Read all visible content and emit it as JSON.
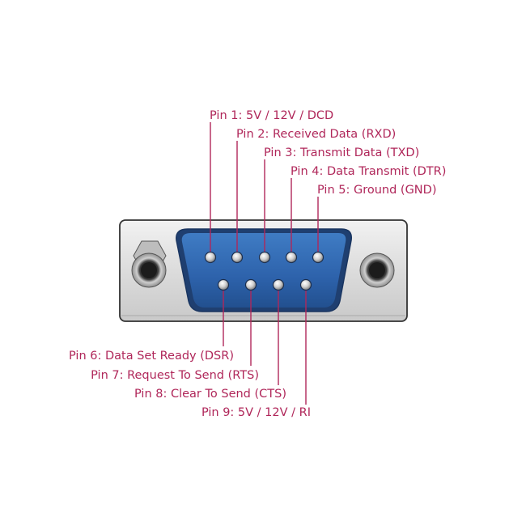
{
  "pins_top": [
    {
      "number": 1,
      "label": "Pin 1: 5V / 12V / DCD"
    },
    {
      "number": 2,
      "label": "Pin 2: Received Data (RXD)"
    },
    {
      "number": 3,
      "label": "Pin 3: Transmit Data (TXD)"
    },
    {
      "number": 4,
      "label": "Pin 4: Data Transmit (DTR)"
    },
    {
      "number": 5,
      "label": "Pin 5: Ground (GND)"
    }
  ],
  "pins_bottom": [
    {
      "number": 6,
      "label": "Pin 6: Data Set Ready (DSR)"
    },
    {
      "number": 7,
      "label": "Pin 7: Request To Send (RTS)"
    },
    {
      "number": 8,
      "label": "Pin 8: Clear To Send (CTS)"
    },
    {
      "number": 9,
      "label": "Pin 9: 5V / 12V / RI"
    }
  ],
  "colors": {
    "label_text": "#b0275a",
    "leader_line": "#b0275a",
    "connector_body": "#2d62ab",
    "connector_shell": "#d8d8d8",
    "shell_outline": "#333333"
  }
}
